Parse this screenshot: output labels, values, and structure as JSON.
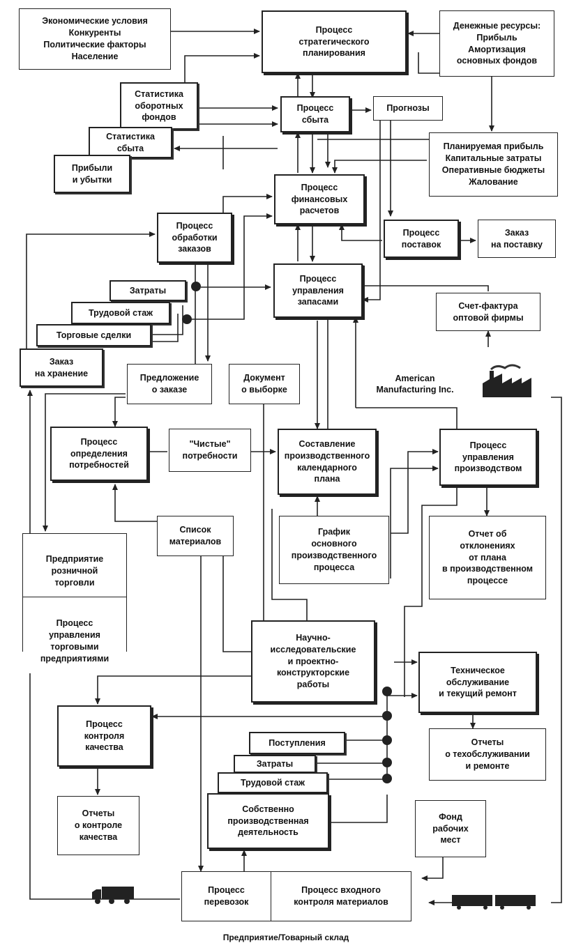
{
  "boxes": {
    "econ": "Экономические условия\nКонкуренты\nПолитические факторы\nНаселение",
    "strategic": "Процесс\nстратегического\nпланирования",
    "money": "Денежные ресурсы:\nПрибыль\nАмортизация\nосновных фондов",
    "working_capital_stats": "Статистика\nоборотных\nфондов",
    "sales": "Процесс\nсбыта",
    "forecasts": "Прогнозы",
    "sales_stats": "Статистика\nсбыта",
    "profit_loss": "Прибыли\nи убытки",
    "planned_profit": "Планируемая прибыль\nКапитальные затраты\nОперативные бюджеты\nЖалование",
    "financial": "Процесс\nфинансовых\nрасчетов",
    "order_processing": "Процесс\nобработки\nзаказов",
    "supply": "Процесс\nпоставок",
    "supply_order": "Заказ\nна поставку",
    "inventory": "Процесс\nуправления\nзапасами",
    "costs1": "Затраты",
    "seniority1": "Трудовой стаж",
    "trade_deals": "Торговые сделки",
    "wholesale_invoice": "Счет-фактура\nоптовой фирмы",
    "storage_order": "Заказ\nна хранение",
    "order_offer": "Предложение\nо заказе",
    "picking_doc": "Документ\nо выборке",
    "requirements": "Процесс\nопределения\nпотребностей",
    "net_requirements": "\"Чистые\"\nпотребности",
    "production_schedule": "Составление\nпроизводственного\nкалендарного\nплана",
    "production_mgmt": "Процесс\nуправления\nпроизводством",
    "materials_list": "Список\nматериалов",
    "retail": "Предприятие\nрозничной\nторговли",
    "trade_mgmt": "Процесс\nуправления\nторговыми\nпредприятиями",
    "master_schedule": "График\nосновного\nпроизводственного\nпроцесса",
    "deviation_report": "Отчет об\nотклонениях\nот плана\nв производственном\nпроцессе",
    "rnd": "Научно-\nисследовательские\nи проектно-\nконструкторские\nработы",
    "maintenance": "Техническое\nобслуживание\nи текущий ремонт",
    "quality_control": "Процесс\nконтроля\nкачества",
    "receipts": "Поступления",
    "costs2": "Затраты",
    "seniority2": "Трудовой стаж",
    "own_production": "Собственно\nпроизводственная\nдеятельность",
    "maintenance_reports": "Отчеты\nо техобслуживании\nи ремонте",
    "quality_reports": "Отчеты\nо контроле\nкачества",
    "workplace_fund": "Фонд\nрабочих\nмест",
    "transport": "Процесс\nперевозок",
    "incoming_control": "Процесс входного\nконтроля материалов"
  },
  "company": "American\nManufacturing Inc.",
  "footer": "Предприятие/Товарный склад",
  "icons": [
    "factory-icon",
    "truck-icon",
    "train-icon"
  ]
}
